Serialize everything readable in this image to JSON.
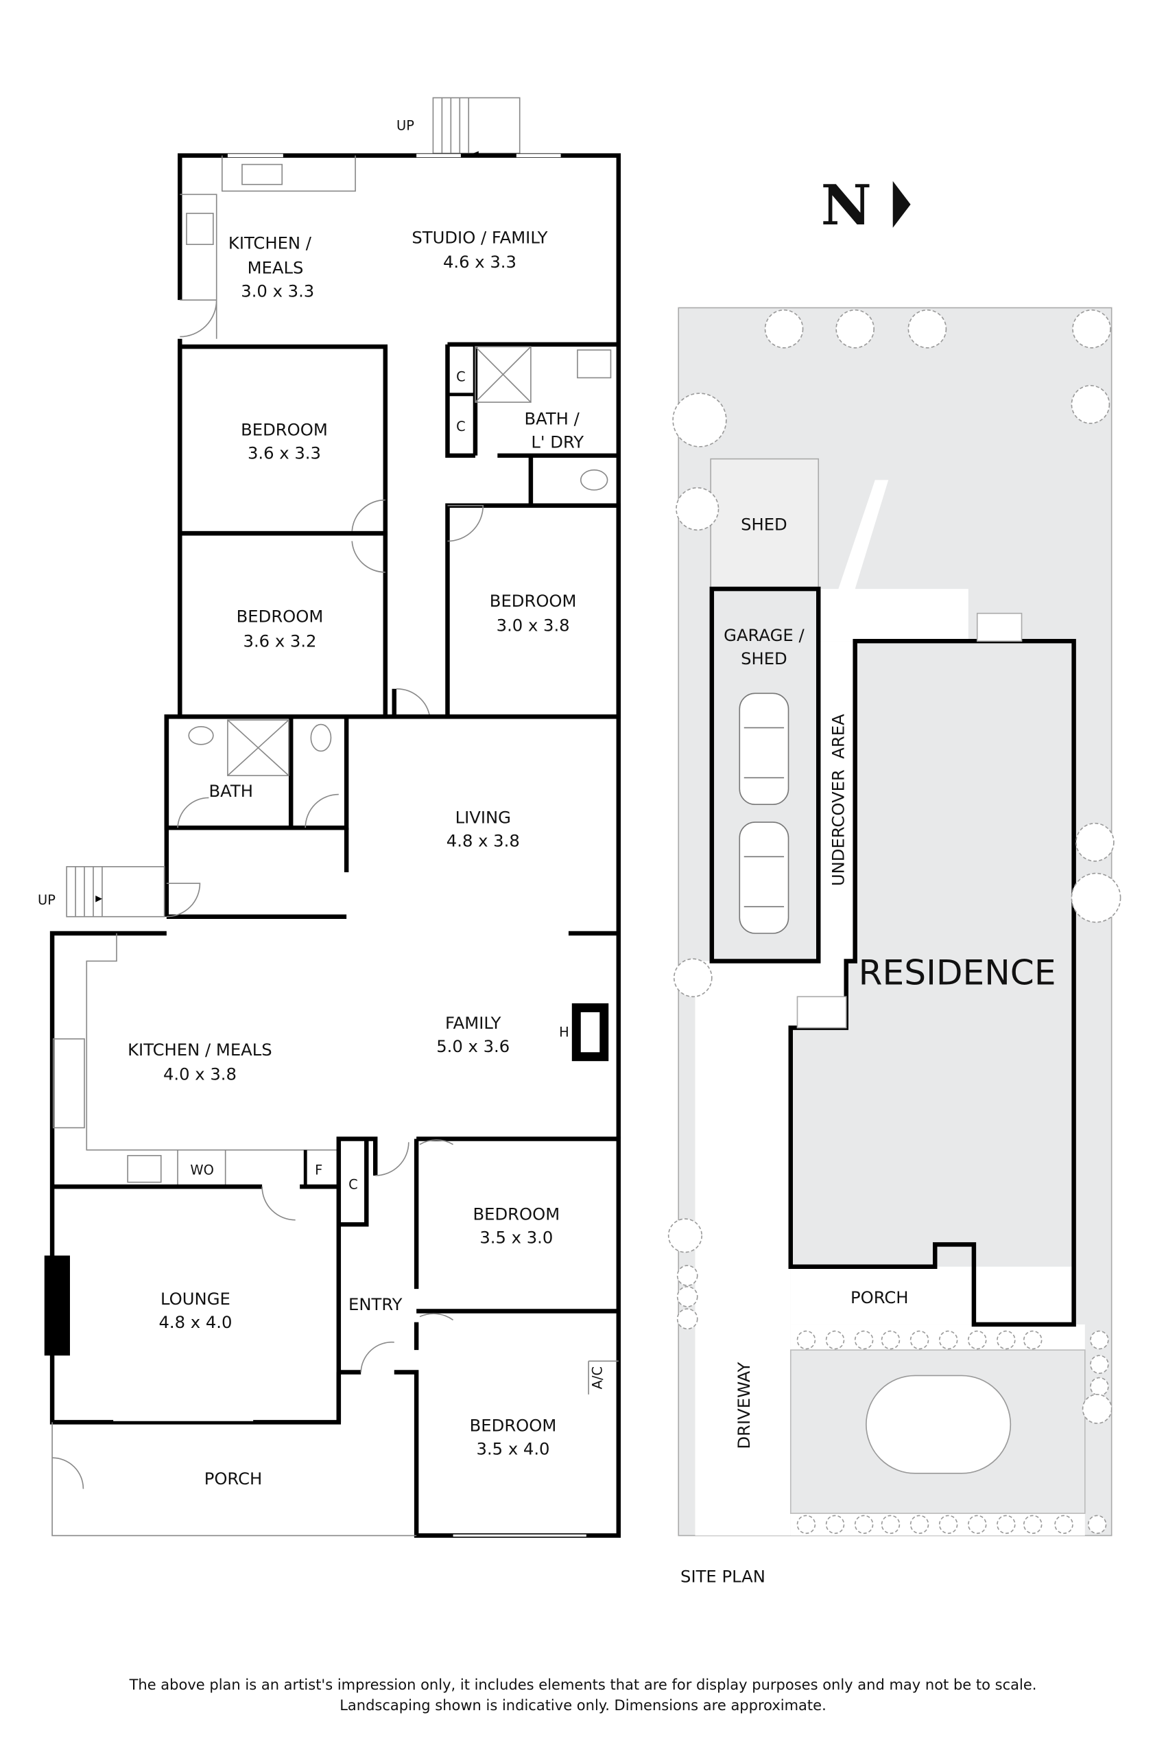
{
  "rooms": {
    "kitchen_meals_upper": {
      "name_line1": "KITCHEN /",
      "name_line2": "MEALS",
      "size": "3.0 x 3.3"
    },
    "studio_family": {
      "name": "STUDIO / FAMILY",
      "size": "4.6 x 3.3"
    },
    "bath_laundry": {
      "name_line1": "BATH /",
      "name_line2": "L' DRY"
    },
    "cupboard_c1": "C",
    "cupboard_c2": "C",
    "bedroom_1": {
      "name": "BEDROOM",
      "size": "3.6 x 3.3"
    },
    "bedroom_2": {
      "name": "BEDROOM",
      "size": "3.6 x 3.2"
    },
    "bedroom_3": {
      "name": "BEDROOM",
      "size": "3.0 x 3.8"
    },
    "bath": {
      "name": "BATH"
    },
    "living": {
      "name": "LIVING",
      "size": "4.8 x 3.8"
    },
    "family": {
      "name": "FAMILY",
      "size": "5.0 x 3.6"
    },
    "heater": "H",
    "kitchen_meals_lower": {
      "name": "KITCHEN / MEALS",
      "size": "4.0 x 3.8"
    },
    "wall_oven": "WO",
    "fridge": "F",
    "cupboard_c3": "C",
    "lounge": {
      "name": "LOUNGE",
      "size": "4.8 x 4.0"
    },
    "entry": {
      "name": "ENTRY"
    },
    "bedroom_4": {
      "name": "BEDROOM",
      "size": "3.5 x 3.0"
    },
    "bedroom_5": {
      "name": "BEDROOM",
      "size": "3.5 x 4.0"
    },
    "air_con": "A/C",
    "porch": {
      "name": "PORCH"
    },
    "stairs_up_top": "UP",
    "stairs_up_left": "UP"
  },
  "site_plan": {
    "title": "SITE PLAN",
    "shed": "SHED",
    "garage_line1": "GARAGE /",
    "garage_line2": "SHED",
    "undercover": "UNDERCOVER  AREA",
    "residence": "RESIDENCE",
    "porch": "PORCH",
    "driveway": "DRIVEWAY"
  },
  "north_arrow": {
    "label": "N"
  },
  "disclaimer": {
    "line1": "The above plan is an artist's impression only, it includes elements that are for display purposes only and may not be to scale.",
    "line2": "Landscaping shown is indicative only. Dimensions are approximate."
  },
  "colors": {
    "site_ground": "#e8e9ea",
    "building_fill": "#efefef",
    "wall": "#000000"
  }
}
